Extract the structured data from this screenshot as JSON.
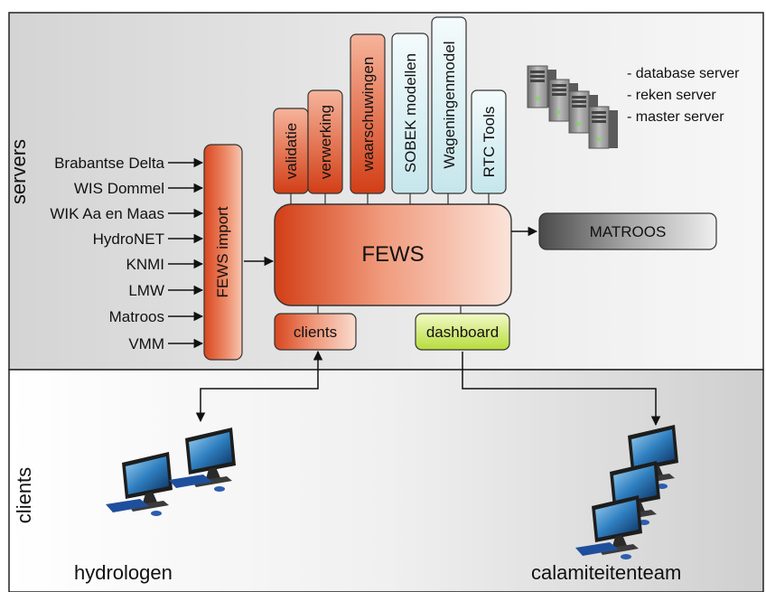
{
  "sections": {
    "servers_label": "servers",
    "clients_label": "clients"
  },
  "sources": [
    "Brabantse Delta",
    "WIS Dommel",
    "WIK Aa en Maas",
    "HydroNET",
    "KNMI",
    "LMW",
    "Matroos",
    "VMM"
  ],
  "fews_import": "FEWS import",
  "fews": "FEWS",
  "modules": [
    {
      "label": "validatie",
      "kind": "red"
    },
    {
      "label": "verwerking",
      "kind": "red"
    },
    {
      "label": "waarschuwingen",
      "kind": "red"
    },
    {
      "label": "SOBEK modellen",
      "kind": "cyan"
    },
    {
      "label": "Wageningenmodel",
      "kind": "cyan"
    },
    {
      "label": "RTC Tools",
      "kind": "cyan"
    }
  ],
  "matroos": "MATROOS",
  "clients_box": "clients",
  "dashboard_box": "dashboard",
  "server_types": [
    "- database server",
    "- reken server",
    "- master server"
  ],
  "user_groups": {
    "left": "hydrologen",
    "right": "calamiteitenteam"
  },
  "colors": {
    "servers_bg": "#e6e6e6",
    "clients_bg": "#dcdcdc",
    "red_dark": "#d8542e",
    "red_light": "#f7c1ad",
    "cyan": "#dff3f6",
    "green": "#d6ec7a",
    "gray": "#7a7a7a"
  }
}
